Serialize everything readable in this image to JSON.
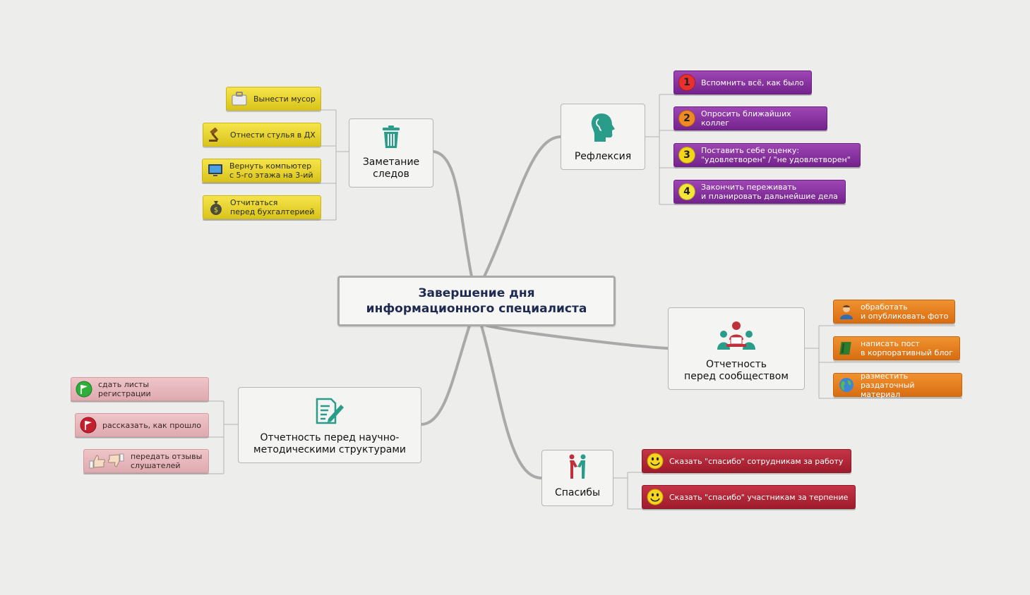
{
  "central": {
    "title": "Завершение дня\nинформационного специалиста"
  },
  "branches": {
    "cleanup": {
      "label": "Заметание\nследов",
      "icon": "trash-can-icon",
      "items": [
        {
          "text": "Вынести мусор",
          "icon": "suitcase-icon"
        },
        {
          "text": "Отнести стулья в ДХ",
          "icon": "gavel-icon"
        },
        {
          "text": "Вернуть компьютер\nс 5-го этажа на 3-ий",
          "icon": "monitor-icon"
        },
        {
          "text": "Отчитаться\nперед бухгалтерией",
          "icon": "money-bag-icon"
        }
      ]
    },
    "reflection": {
      "label": "Рефлексия",
      "icon": "head-icon",
      "items": [
        {
          "num": "1",
          "text": "Вспомнить всё, как было",
          "badge_color": "#e8302f"
        },
        {
          "num": "2",
          "text": "Опросить ближайших коллег",
          "badge_color": "#f08a24"
        },
        {
          "num": "3",
          "text": "Поставить себе оценку:\n\"удовлетворен\" / \"не удовлетворен\"",
          "badge_color": "#f5d41c"
        },
        {
          "num": "4",
          "text": "Закончить переживать\nи планировать дальнейшие дела",
          "badge_color": "#f5e63a"
        }
      ]
    },
    "community": {
      "label": "Отчетность\nперед сообществом",
      "icon": "meeting-icon",
      "items": [
        {
          "text": "обработать\nи опубликовать фото",
          "icon": "person-icon"
        },
        {
          "text": "написать пост\nв корпоративный блог",
          "icon": "book-icon"
        },
        {
          "text": "разместить\nраздаточный материал",
          "icon": "globe-icon"
        }
      ]
    },
    "thanks": {
      "label": "Спасибы",
      "icon": "handshake-icon",
      "items": [
        {
          "text": "Сказать \"спасибо\" сотрудникам за работу",
          "icon": "smiley-icon"
        },
        {
          "text": "Сказать \"спасибо\" участникам за терпение",
          "icon": "smiley-icon"
        }
      ]
    },
    "methodical": {
      "label": "Отчетность перед научно-\nметодическими структурами",
      "icon": "edit-document-icon",
      "items": [
        {
          "text": "сдать листы регистрации",
          "icon": "green-flag-icon"
        },
        {
          "text": "рассказать, как прошло",
          "icon": "red-flag-icon"
        },
        {
          "text": "передать отзывы\nслушателей",
          "icon": "thumbs-up-down-icon"
        }
      ]
    }
  },
  "colors": {
    "yellow": "#e8d430",
    "purple": "#86309f",
    "orange": "#e57e1e",
    "red": "#b02638",
    "pink": "#e6b6bb",
    "teal": "#2a9c8a",
    "line": "#a8a8a8"
  }
}
